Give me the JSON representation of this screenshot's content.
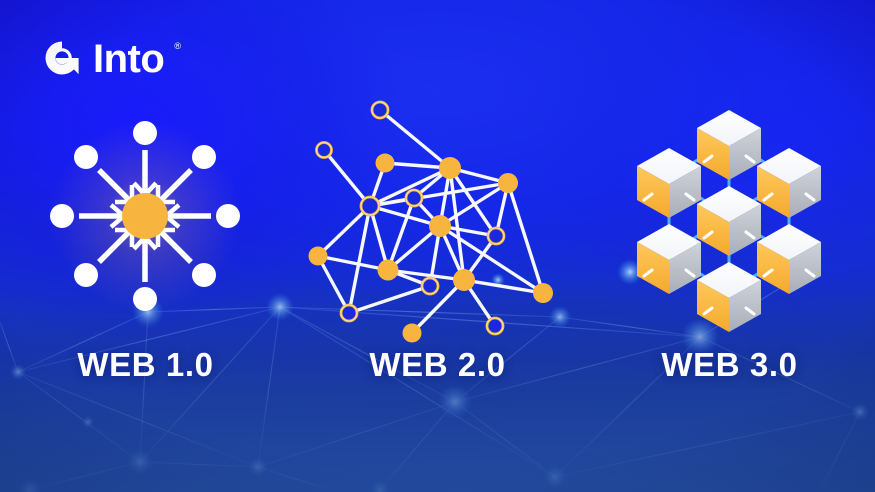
{
  "brand": {
    "name": "Into",
    "registered_mark": "®",
    "logo_icon": "into-circle-leaf-logo"
  },
  "colors": {
    "background_blue": "#1616e2",
    "background_deep_blue": "#1528e8",
    "background_bottom_blue": "#1b3f8e",
    "accent_orange": "#f7b53f",
    "node_white": "#ffffff",
    "cube_top": "#ffffff",
    "cube_left": "#f8b93f",
    "cube_right": "#b8bcc4",
    "connector_cyan": "#4db8ff",
    "text_white": "#ffffff"
  },
  "panels": [
    {
      "id": "web1",
      "label": "WEB 1.0",
      "art": "centralized-hub-and-spoke-diagram",
      "description": "One central orange node with eight white satellite nodes, each with an arrow pointing inward toward the center",
      "center_node_color": "#f7b53f",
      "satellite_count": 8,
      "arrow_direction": "inward"
    },
    {
      "id": "web2",
      "label": "WEB 2.0",
      "art": "peer-network-graph",
      "description": "Irregular mesh network of filled orange nodes and hollow ring nodes joined by white edges",
      "filled_node_color": "#f7b53f",
      "hollow_node_color": "#1a2ae0",
      "edge_color": "#ffffff",
      "node_count": 19,
      "edge_count": 35
    },
    {
      "id": "web3",
      "label": "WEB 3.0",
      "art": "isometric-blockchain-cubes",
      "description": "Seven isometric cubes in a hexagonal lattice linked by light blue connector lines",
      "cube_count": 7,
      "connector_color": "#4db8ff"
    }
  ],
  "chart_data": {
    "type": "diagram",
    "title": "Web 1.0 / Web 2.0 / Web 3.0 comparison",
    "categories": [
      "WEB 1.0",
      "WEB 2.0",
      "WEB 3.0"
    ],
    "annotations": [
      "WEB 1.0 = centralized hub with inbound arrows",
      "WEB 2.0 = distributed peer mesh network",
      "WEB 3.0 = isometric blockchain cube lattice"
    ]
  }
}
